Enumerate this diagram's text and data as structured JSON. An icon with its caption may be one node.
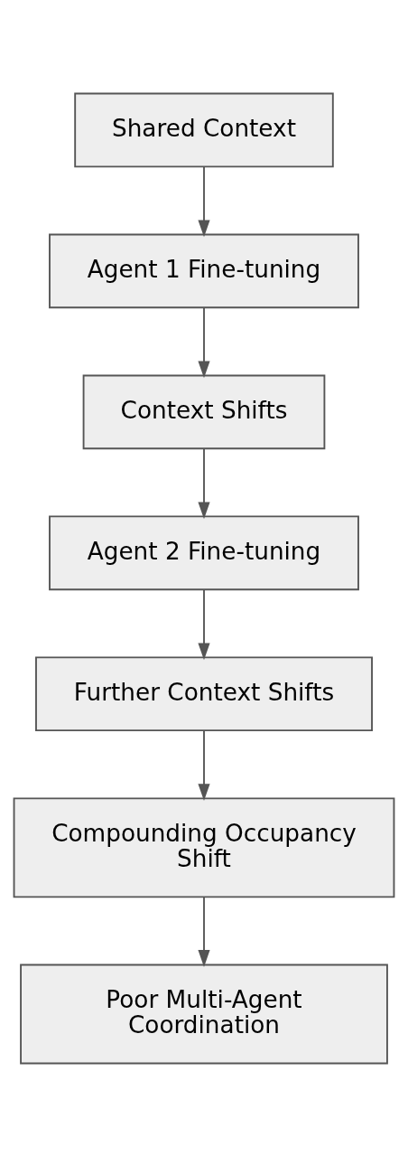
{
  "diagram": {
    "nodes": [
      {
        "text": [
          "Shared Context"
        ]
      },
      {
        "text": [
          "Agent 1 Fine-tuning"
        ]
      },
      {
        "text": [
          "Context Shifts"
        ]
      },
      {
        "text": [
          "Agent 2 Fine-tuning"
        ]
      },
      {
        "text": [
          "Further Context Shifts"
        ]
      },
      {
        "text": [
          "Compounding Occupancy Shift"
        ]
      },
      {
        "text": [
          "Poor Multi-Agent Coordination"
        ]
      }
    ],
    "edges": [
      {
        "from": 0,
        "to": 1,
        "arrow": "to"
      },
      {
        "from": 1,
        "to": 2,
        "arrow": "to"
      },
      {
        "from": 2,
        "to": 3,
        "arrow": "to"
      },
      {
        "from": 3,
        "to": 4,
        "arrow": "to"
      },
      {
        "from": 4,
        "to": 5,
        "arrow": "to"
      },
      {
        "from": 5,
        "to": 6,
        "arrow": "to"
      }
    ]
  }
}
